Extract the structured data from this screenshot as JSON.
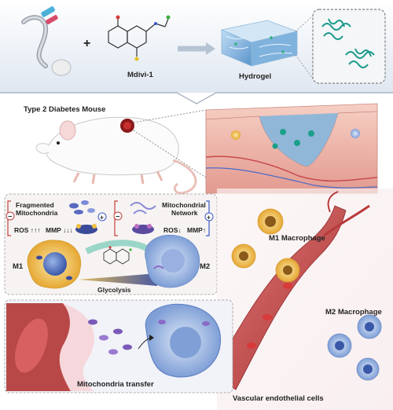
{
  "top": {
    "plus": "+",
    "drug_label": "Mdivi-1",
    "gel_label": "Hydrogel"
  },
  "mouse": {
    "label": "Type 2 Diabetes Mouse"
  },
  "mito": {
    "fragmented_line1": "Fragmented",
    "fragmented_line2": "Mitochondria",
    "network_line1": "Mitochondrial",
    "network_line2": "Network",
    "ros_left": "ROS ↑↑↑",
    "mmp_left": "MMP ↓↓↓",
    "ros_right": "ROS↓",
    "mmp_right": "MMP↑",
    "minus": "−",
    "plus": "+"
  },
  "macrophage": {
    "m1": "M1",
    "m2": "M2",
    "glycolysis": "Glycolysis",
    "m1_macrophage": "M1 Macrophage",
    "m2_macrophage": "M2 Macrophage"
  },
  "transfer": {
    "label": "Mitochondria transfer"
  },
  "vessel": {
    "label": "Vascular endothelial cells"
  },
  "colors": {
    "m1_cell": "#f0c34a",
    "m2_cell": "#8fb0e0",
    "vessel": "#c84a4a",
    "hydrogel": "#6aa8d8",
    "panel_bg": "#e8eef6"
  }
}
